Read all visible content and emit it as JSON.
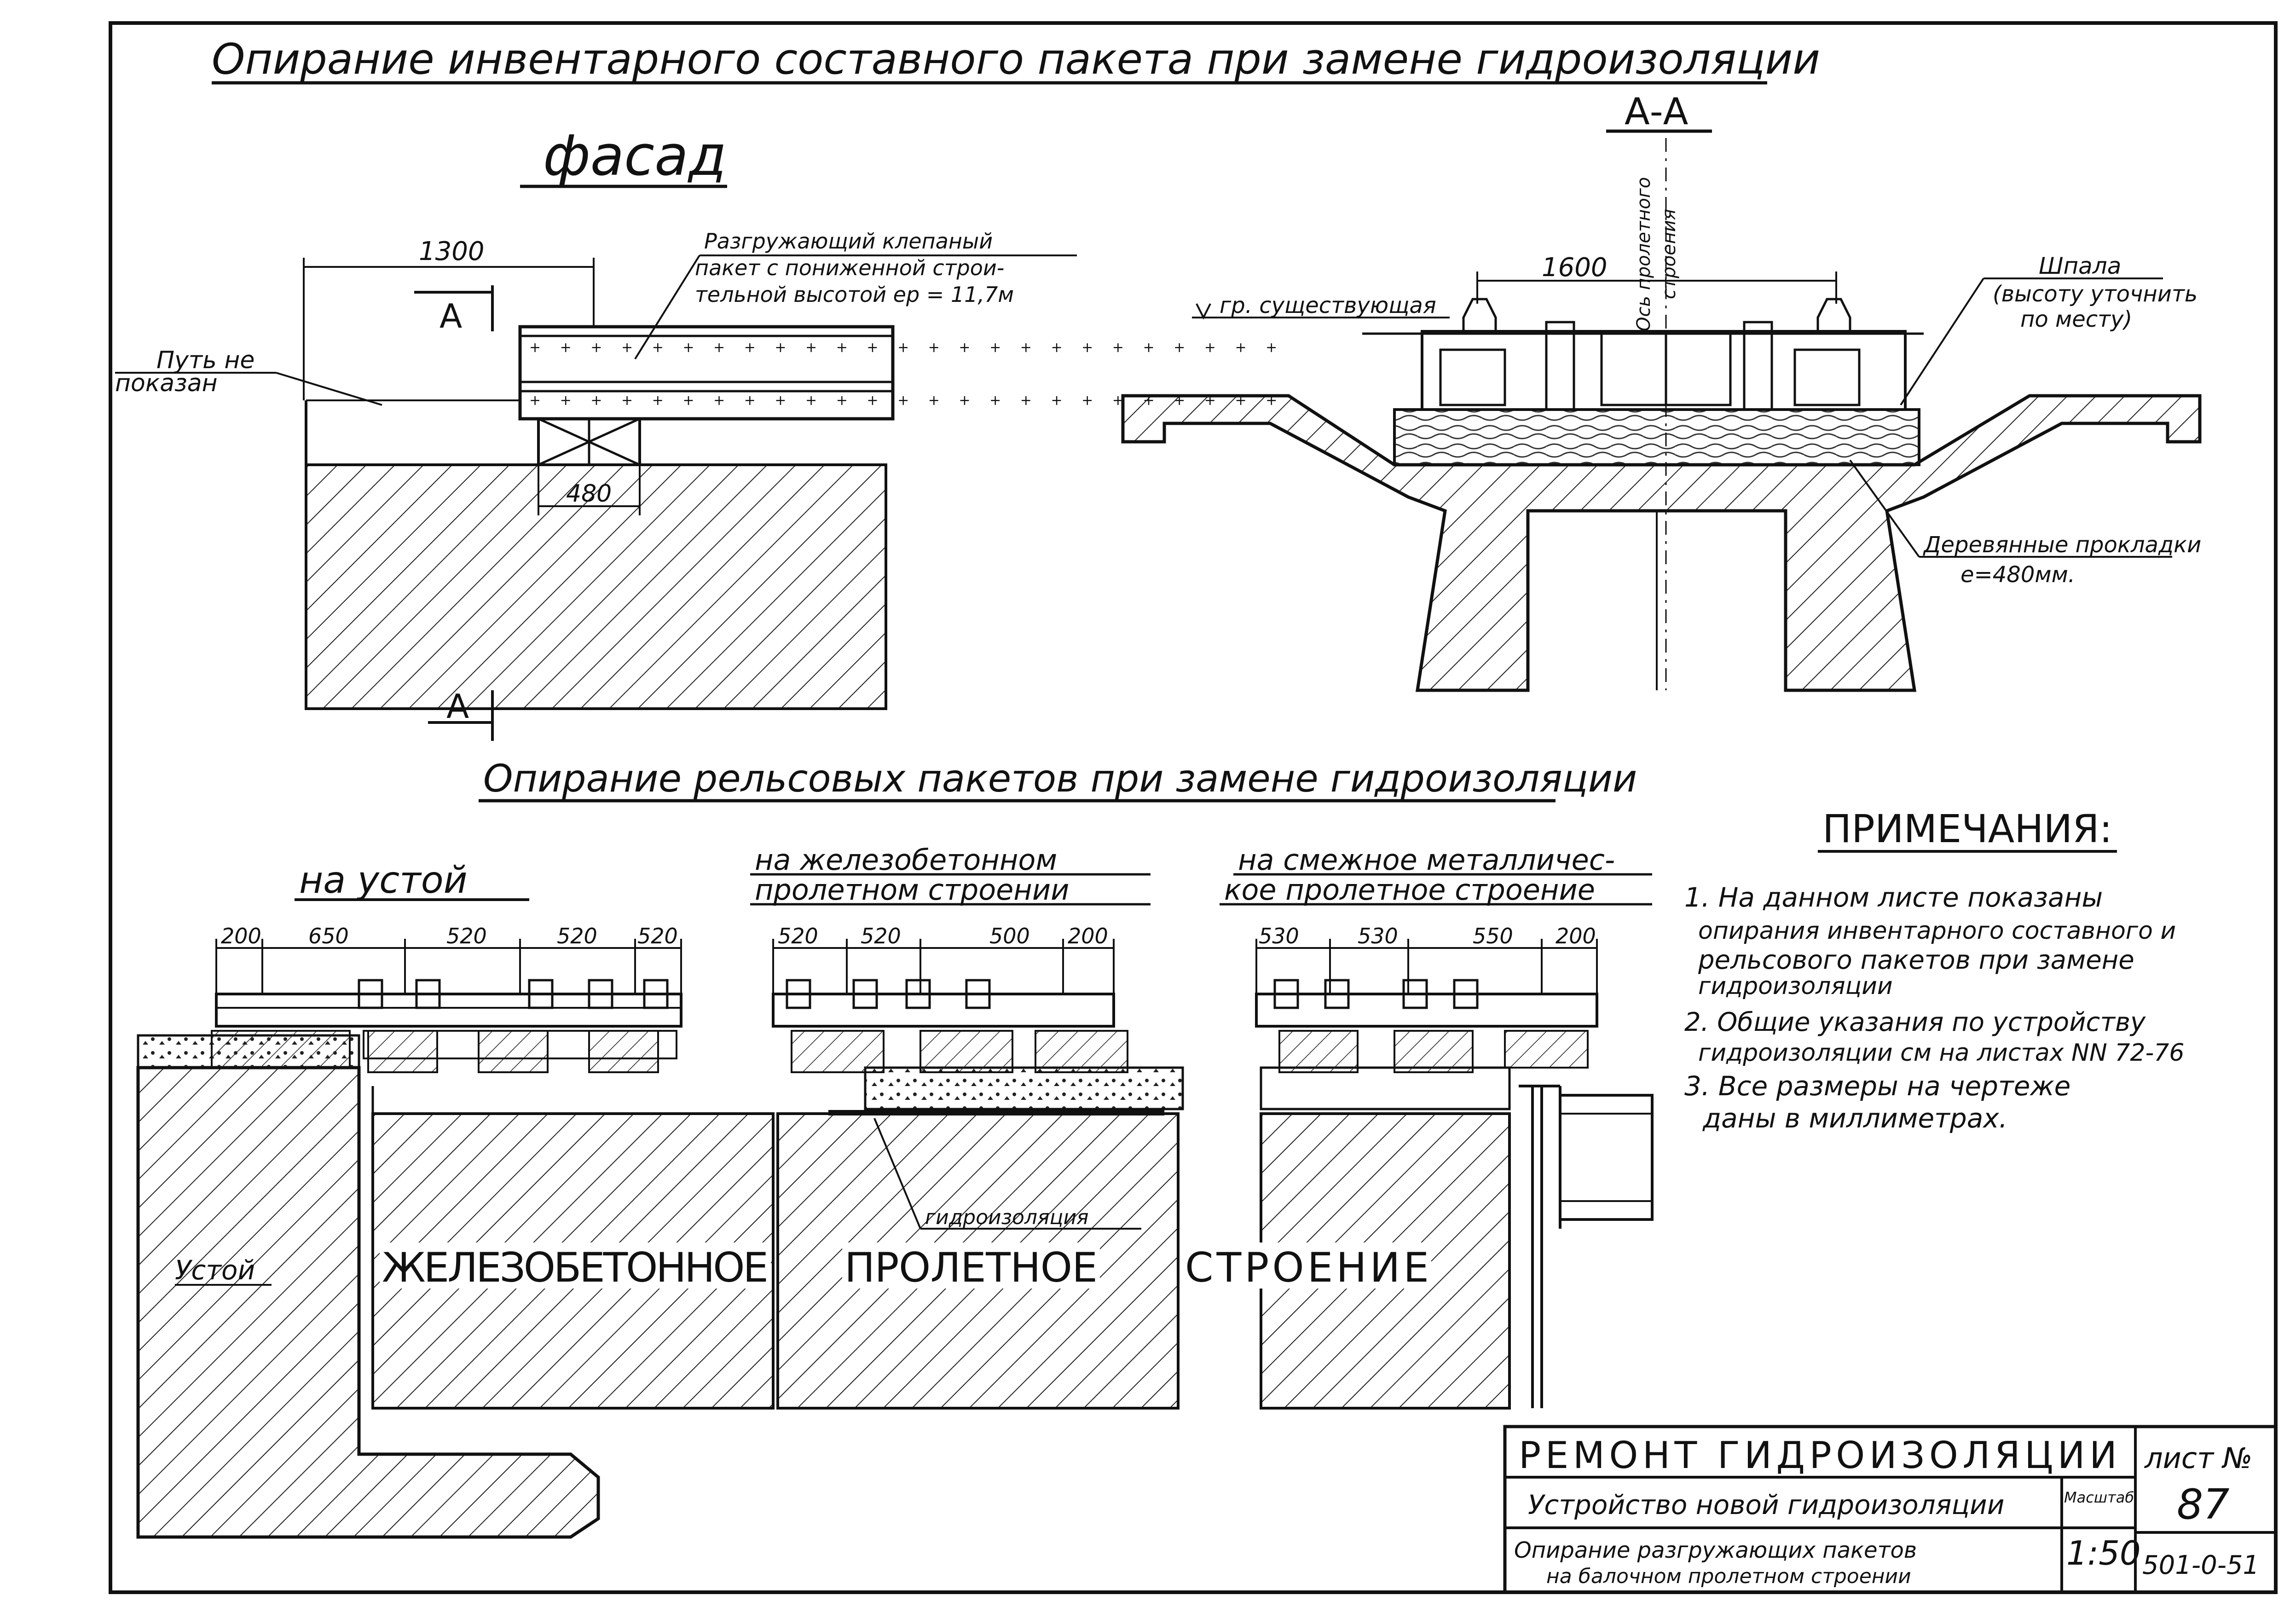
{
  "title_main": "Опирание инвентарного составного пакета при замене гидроизоляции",
  "facade": {
    "heading": "фасад",
    "dim_1300": "1300",
    "dim_480": "480",
    "section_mark": "А",
    "label_path": "Путь не показан",
    "label_package": [
      "Разгружающий клепаный",
      "пакет с пониженной строи-",
      "тельной высотой еp = 11,7м"
    ]
  },
  "section": {
    "heading": "А-А",
    "dim_1600": "1600",
    "axis_label": [
      "Ось пролетного",
      "строения"
    ],
    "existing_level": "гр. существующая",
    "sleeper": [
      "Шпала",
      "(высоту уточнить",
      "по месту)"
    ],
    "pads": [
      "Деревянные прокладки",
      "е=480мм."
    ]
  },
  "rails_title": "Опирание рельсовых пакетов при замене гидроизоляции",
  "abutment": {
    "heading": "на устой",
    "dims": [
      "200",
      "650",
      "520",
      "520",
      "520"
    ],
    "label": "Устой"
  },
  "rc_span": {
    "heading": [
      "на железобетонном",
      "пролетном строении"
    ],
    "dims": [
      "520",
      "520",
      "500",
      "200"
    ],
    "waterproof": "гидроизоляция"
  },
  "metal_span": {
    "heading": [
      "на смежное металличес-",
      "кое пролетное строение"
    ],
    "dims": [
      "530",
      "530",
      "550",
      "200"
    ]
  },
  "big_label": [
    "ЖЕЛЕЗОБЕТОННОЕ",
    "ПРОЛЕТНОЕ",
    "СТРОЕНИЕ"
  ],
  "notes": {
    "heading": "ПРИМЕЧАНИЯ:",
    "lines": [
      "1. На данном листе показаны",
      "опирания инвентарного составного и",
      "рельсового пакетов при замене",
      "гидроизоляции",
      "2. Общие указания по устройству",
      "гидроизоляции см на листах NN 72-76",
      "3. Все размеры на чертеже",
      "даны в миллиметрах."
    ]
  },
  "stamp": {
    "title": "РЕМОНТ  ГИДРОИЗОЛЯЦИИ",
    "subtitle": "Устройство новой гидроизоляции",
    "desc": [
      "Опирание разгружающих пакетов",
      "на балочном пролетном строении"
    ],
    "sheet_label": "лист №",
    "sheet_no": "87",
    "scale_label": "Масштаб",
    "scale": "1:50",
    "code": "501-0-51"
  },
  "colors": {
    "ink": "#111111",
    "paper": "#ffffff"
  }
}
